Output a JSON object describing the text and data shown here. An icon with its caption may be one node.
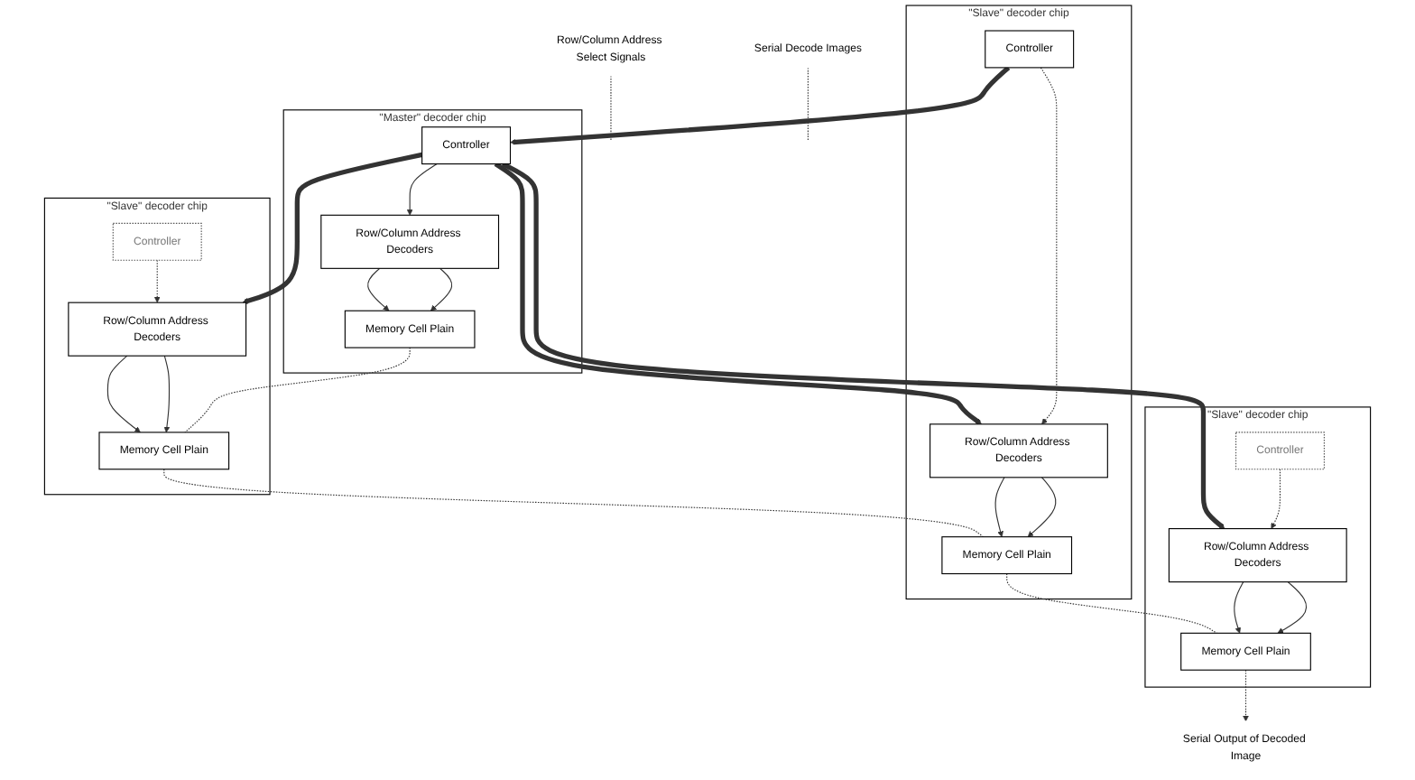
{
  "diagram": {
    "nodes": [
      {
        "text": [
          "\"Master\" decoder chip"
        ]
      },
      {
        "text": [
          "Controller"
        ],
        "in": 0
      },
      {
        "text": [
          "Row/Column Address Decoders"
        ],
        "in": 0
      },
      {
        "text": [
          "Memory Cell Plain"
        ],
        "in": 0
      },
      {
        "text": [
          "\"Slave\" decoder chip"
        ]
      },
      {
        "text": [
          "Controller"
        ],
        "in": 4
      },
      {
        "text": [
          "Row/Column Address Decoders"
        ],
        "in": 4
      },
      {
        "text": [
          "Memory Cell Plain"
        ],
        "in": 4
      },
      {
        "text": [
          "\"Slave\" decoder chip"
        ]
      },
      {
        "text": [
          "Controller"
        ],
        "in": 8
      },
      {
        "text": [
          "Row/Column Address Decoders"
        ],
        "in": 8
      },
      {
        "text": [
          "Memory Cell Plain"
        ],
        "in": 8
      },
      {
        "text": [
          "\"Slave\" decoder chip"
        ]
      },
      {
        "text": [
          "Controller"
        ],
        "in": 12
      },
      {
        "text": [
          "Row/Column Address Decoders"
        ],
        "in": 12
      },
      {
        "text": [
          "Memory Cell Plain"
        ],
        "in": 12
      },
      {
        "text": [
          "Row/Column Address Select Signals"
        ]
      },
      {
        "text": [
          "Serial Decode Images"
        ]
      },
      {
        "text": [
          "Serial Output of Decoded Image"
        ]
      }
    ],
    "edges": [
      {
        "from": 1,
        "to": 2,
        "arrow": "to"
      },
      {
        "from": 2,
        "to": 3,
        "arrow": "to"
      },
      {
        "from": 2,
        "to": 3,
        "arrow": "to"
      },
      {
        "from": 1,
        "to": 6,
        "arrow": "to",
        "style": "thick"
      },
      {
        "from": 1,
        "to": 10,
        "arrow": "to",
        "style": "thick"
      },
      {
        "from": 1,
        "to": 14,
        "arrow": "to",
        "style": "thick"
      },
      {
        "from": 9,
        "to": 1,
        "arrow": "to",
        "style": "thick"
      },
      {
        "from": 5,
        "to": 6,
        "arrow": "to",
        "style": "dashed"
      },
      {
        "from": 6,
        "to": 7,
        "arrow": "to"
      },
      {
        "from": 6,
        "to": 7,
        "arrow": "to"
      },
      {
        "from": 3,
        "to": 7,
        "arrow": "none",
        "style": "dashed"
      },
      {
        "from": 7,
        "to": 11,
        "arrow": "none",
        "style": "dashed"
      },
      {
        "from": 9,
        "to": 10,
        "arrow": "to",
        "style": "dashed"
      },
      {
        "from": 10,
        "to": 11,
        "arrow": "to"
      },
      {
        "from": 10,
        "to": 11,
        "arrow": "to"
      },
      {
        "from": 11,
        "to": 15,
        "arrow": "none",
        "style": "dashed"
      },
      {
        "from": 13,
        "to": 14,
        "arrow": "to",
        "style": "dashed"
      },
      {
        "from": 14,
        "to": 15,
        "arrow": "to"
      },
      {
        "from": 14,
        "to": 15,
        "arrow": "to"
      },
      {
        "from": 15,
        "to": 18,
        "arrow": "to",
        "style": "dashed"
      },
      {
        "from": 16,
        "to": null,
        "arrow": "none",
        "style": "dashed"
      },
      {
        "from": 17,
        "to": null,
        "arrow": "none",
        "style": "dashed"
      }
    ]
  }
}
